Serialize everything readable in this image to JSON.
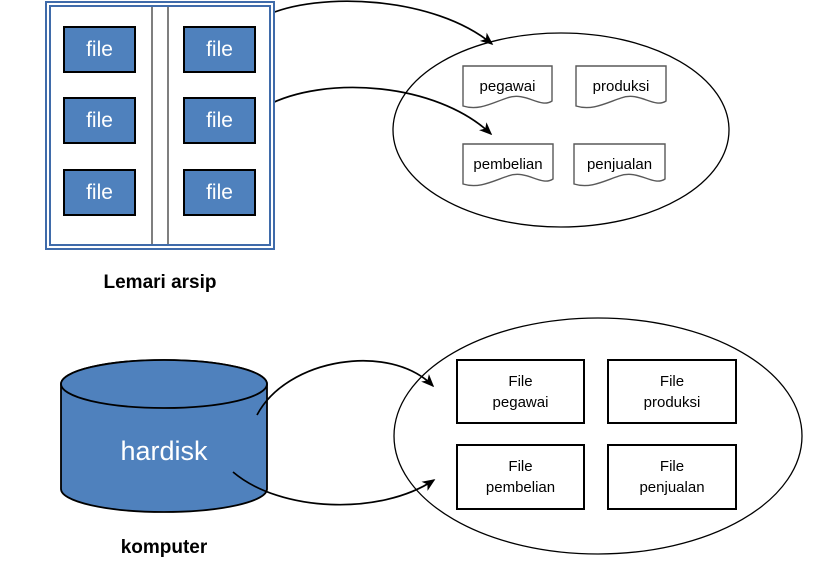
{
  "colors": {
    "accent_blue": "#4F81BD",
    "cabinet_border_blue": "#3F6BAA",
    "document_border_gray": "#595959",
    "divider_gray": "#7F7F7F",
    "line_black": "#000000"
  },
  "cabinet": {
    "label": "Lemari arsip",
    "files": [
      "file",
      "file",
      "file",
      "file",
      "file",
      "file"
    ]
  },
  "archive_ellipse": {
    "documents": [
      "pegawai",
      "produksi",
      "pembelian",
      "penjualan"
    ]
  },
  "computer": {
    "cylinder_label": "hardisk",
    "label": "komputer"
  },
  "file_ellipse": {
    "boxes": [
      {
        "line1": "File",
        "line2": "pegawai"
      },
      {
        "line1": "File",
        "line2": "produksi"
      },
      {
        "line1": "File",
        "line2": "pembelian"
      },
      {
        "line1": "File",
        "line2": "penjualan"
      }
    ]
  }
}
